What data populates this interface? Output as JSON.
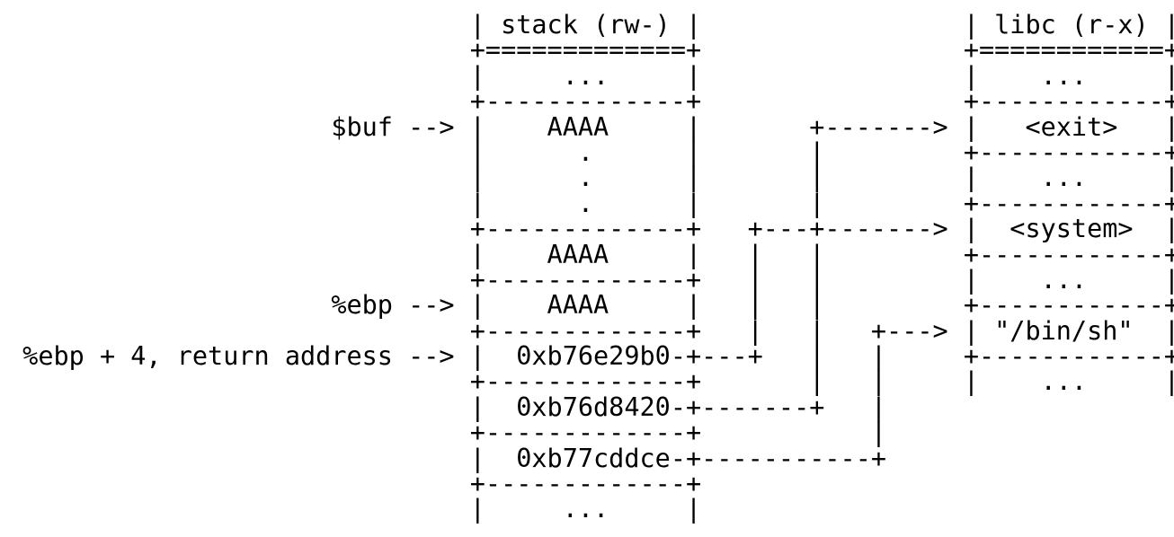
{
  "diagram": {
    "kind": "ascii-memory-layout",
    "colors": {
      "foreground": "#000000",
      "background": "#ffffff"
    },
    "left_labels": [
      {
        "text": "$buf -->",
        "points_to": "AAAA (top of buffer)"
      },
      {
        "text": "%ebp -->",
        "points_to": "AAAA (saved frame pointer)"
      },
      {
        "text": "%ebp + 4, return address -->",
        "points_to": "0xb76e29b0"
      }
    ],
    "stack": {
      "title": "stack (rw-)",
      "cells": [
        "...",
        "AAAA",
        ".",
        ".",
        ".",
        "AAAA",
        "AAAA",
        "0xb76e29b0",
        "0xb76d8420",
        "0xb77cddce",
        "..."
      ]
    },
    "libc": {
      "title": "libc (r-x)",
      "cells": [
        "...",
        "<exit>",
        "...",
        "<system>",
        "...",
        "\"/bin/sh\"",
        "..."
      ]
    },
    "arrows": [
      {
        "from": "0xb76e29b0",
        "to": "<system>"
      },
      {
        "from": "0xb76d8420",
        "to": "<exit>"
      },
      {
        "from": "0xb77cddce",
        "to": "\"/bin/sh\""
      }
    ],
    "lines": [
      "                              | stack (rw-) |                 | libc (r-x) |",
      "                              +=============+                 +============+",
      "                              |     ...     |                 |    ...     |",
      "                              +-------------+                 +------------+",
      "                     $buf --> |    AAAA     |       +-------> |   <exit>   |",
      "                              |      .      |       |         +------------+",
      "                              |      .      |       |         |    ...     |",
      "                              |      .      |       |         +------------+",
      "                              +-------------+   +---+-------> |  <system>  |",
      "                              |    AAAA     |   |   |         +------------+",
      "                              +-------------+   |   |         |    ...     |",
      "                     %ebp --> |    AAAA     |   |   |         +------------+",
      "                              +-------------+   |   |   +---> | \"/bin/sh\"  |",
      " %ebp + 4, return address --> |  0xb76e29b0-+---+   |   |     +------------+",
      "                              +-------------+       |   |     |    ...     |",
      "                              |  0xb76d8420-+-------+   |",
      "                              +-------------+           |",
      "                              |  0xb77cddce-+-----------+",
      "                              +-------------+",
      "                              |     ...     |"
    ]
  }
}
